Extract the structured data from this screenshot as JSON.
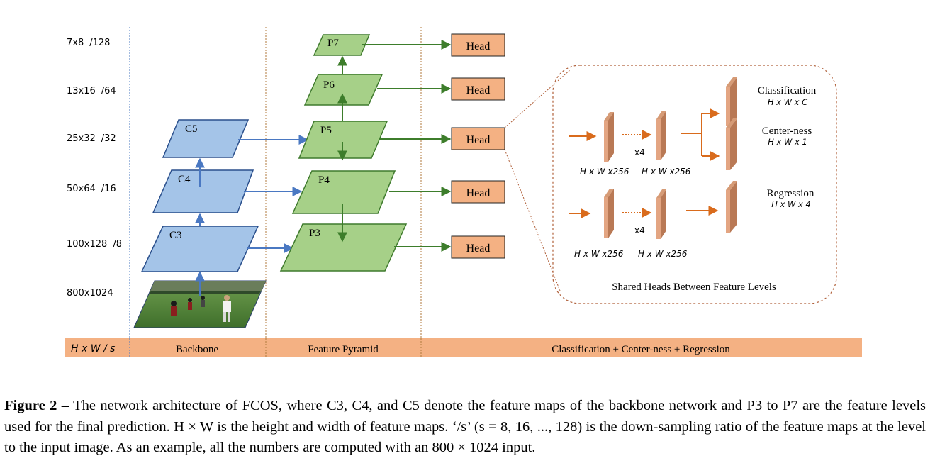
{
  "scales": [
    {
      "size": "7x8",
      "stride": "/128"
    },
    {
      "size": "13x16",
      "stride": "/64"
    },
    {
      "size": "25x32",
      "stride": "/32"
    },
    {
      "size": "50x64",
      "stride": "/16"
    },
    {
      "size": "100x128",
      "stride": "/8"
    },
    {
      "size": "800x1024",
      "stride": ""
    }
  ],
  "backbone": [
    "C5",
    "C4",
    "C3"
  ],
  "pyramid": [
    "P7",
    "P6",
    "P5",
    "P4",
    "P3"
  ],
  "head_label": "Head",
  "head_detail": {
    "top_multiplier": "x4",
    "top_left_dim": "H x W x256",
    "top_right_dim": "H x W x256",
    "bottom_multiplier": "x4",
    "bottom_left_dim": "H x W x256",
    "bottom_right_dim": "H x W x256",
    "classification": "Classification",
    "classification_dim": "H x W x C",
    "centerness": "Center-ness",
    "centerness_dim": "H x W x 1",
    "regression": "Regression",
    "regression_dim": "H x W x 4",
    "shared_label": "Shared Heads Between Feature Levels"
  },
  "bottom_bar": {
    "hw_label": "H x W  / s",
    "backbone": "Backbone",
    "pyramid": "Feature Pyramid",
    "heads": "Classification + Center-ness + Regression"
  },
  "caption": {
    "label": "Figure 2",
    "text": " – The network architecture of FCOS, where C3, C4, and C5 denote the feature maps of the backbone network and P3 to P7 are the feature levels used for the final prediction. H × W is the height and width of feature maps. ‘/s’ (s = 8, 16, ..., 128) is the down-sampling ratio of the feature maps at the level to the input image. As an example, all the numbers are computed with an 800 × 1024 input."
  },
  "colors": {
    "blue_fill": "#a4c4e8",
    "blue_stroke": "#2a4f8c",
    "green_fill": "#a6d088",
    "green_stroke": "#3f7a2d",
    "head_fill": "#f4b183",
    "bar_fill": "#f4b183",
    "arrow_blue": "#4a78c2",
    "arrow_green": "#3d7d2b",
    "arrow_orange": "#d96b1c",
    "block_front": "#e3a582",
    "block_side": "#b97955"
  }
}
